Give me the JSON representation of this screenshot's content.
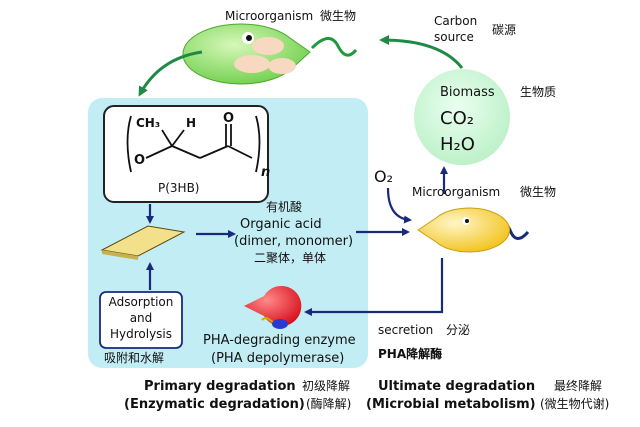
{
  "top_microbe": {
    "label_en": "Microorganism",
    "label_cn": "微生物"
  },
  "carbon_source": {
    "line1": "Carbon",
    "line2": "source",
    "cn": "碳源"
  },
  "biomass": {
    "label": "Biomass",
    "cn": "生物质",
    "co2": "CO₂",
    "h2o": "H₂O"
  },
  "polymer": {
    "ch3": "CH₃",
    "h": "H",
    "o_ring": "O",
    "o_top": "O",
    "n": "n",
    "caption": "P(3HB)"
  },
  "organic_acid": {
    "cn": "有机酸",
    "line1": "Organic acid",
    "line2": "(dimer, monomer)",
    "cn2": "二聚体，单体"
  },
  "o2": {
    "label": "O₂"
  },
  "right_microbe": {
    "label_en": "Microorganism",
    "label_cn": "微生物"
  },
  "adsorption": {
    "line1": "Adsorption",
    "line2": "and",
    "line3": "Hydrolysis",
    "cn": "吸附和水解"
  },
  "enzyme": {
    "line1": "PHA-degrading enzyme",
    "line2": "(PHA depolymerase)"
  },
  "secretion": {
    "label": "secretion",
    "cn": "分泌"
  },
  "pha_enzyme_cn": "PHA降解酶",
  "footer": {
    "primary": "Primary degradation",
    "primary_cn": "初级降解",
    "primary_sub": "(Enzymatic degradation)",
    "primary_sub_cn": "(酶降解)",
    "ultimate": "Ultimate degradation",
    "ultimate_cn": "最终降解",
    "ultimate_sub": "(Microbial metabolism)",
    "ultimate_sub_cn": "(微生物代谢)"
  },
  "colors": {
    "panel": "#c3edf5",
    "microbe_green": "#8fe06a",
    "microbe_yellow": "#f7d23c",
    "biomass_fill": "#ccf5d2",
    "enzyme_red": "#e8242e",
    "arrow_navy": "#1a2a7a",
    "arrow_green": "#1e8a46"
  }
}
